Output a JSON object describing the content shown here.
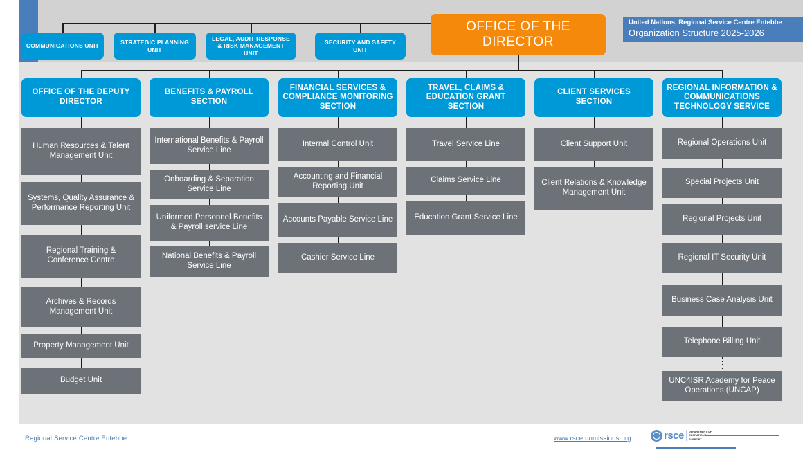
{
  "header": {
    "title_line1": "United Nations, Regional Service Centre Entebbe",
    "title_line2": "Organization Structure 2025-2026"
  },
  "root": {
    "label": "OFFICE OF THE DIRECTOR"
  },
  "staff_units": [
    {
      "label": "COMMUNICATIONS UNIT"
    },
    {
      "label": "STRATEGIC PLANNING UNIT"
    },
    {
      "label": "LEGAL, AUDIT RESPONSE & RISK MANAGEMENT UNIT"
    },
    {
      "label": "SECURITY AND SAFETY UNIT"
    }
  ],
  "columns": [
    {
      "head": "OFFICE OF THE DEPUTY DIRECTOR",
      "items": [
        "Human Resources & Talent Management Unit",
        "Systems, Quality Assurance & Performance Reporting Unit",
        "Regional Training & Conference Centre",
        "Archives & Records Management Unit",
        "Property Management Unit",
        "Budget Unit"
      ]
    },
    {
      "head": "BENEFITS & PAYROLL SECTION",
      "items": [
        "International Benefits & Payroll Service Line",
        "Onboarding & Separation Service Line",
        "Uniformed Personnel Benefits & Payroll service Line",
        "National Benefits & Payroll Service Line"
      ]
    },
    {
      "head": "FINANCIAL SERVICES & COMPLIANCE MONITORING SECTION",
      "items": [
        "Internal Control Unit",
        "Accounting and Financial Reporting Unit",
        "Accounts Payable Service Line",
        "Cashier Service Line"
      ]
    },
    {
      "head": "TRAVEL, CLAIMS & EDUCATION GRANT SECTION",
      "items": [
        "Travel Service Line",
        "Claims Service Line",
        "Education Grant Service Line"
      ]
    },
    {
      "head": "CLIENT SERVICES SECTION",
      "items": [
        "Client Support Unit",
        "Client Relations & Knowledge Management Unit"
      ]
    },
    {
      "head": "REGIONAL INFORMATION & COMMUNICATIONS TECHNOLOGY SERVICE",
      "items": [
        "Regional Operations Unit",
        "Special Projects Unit",
        "Regional Projects Unit",
        "Regional IT Security Unit",
        "Business Case Analysis Unit",
        "Telephone Billing Unit",
        "UNC4ISR Academy for Peace Operations (UNCAP)"
      ]
    }
  ],
  "footer": {
    "org": "Regional Service Centre Entebbe",
    "url": "www.rsce.unmissions.org",
    "logo_word": "rsce",
    "logo_sub": "Regional Service Centre Entebbe",
    "logo_dept": "DEPARTMENT OF OPERATIONAL SUPPORT"
  },
  "colors": {
    "blue": "#0099d8",
    "grey": "#6d7278",
    "orange": "#f5890c",
    "accent": "#4a7ebb",
    "canvas": "#e2e2e2",
    "band": "#d2d2d2"
  }
}
